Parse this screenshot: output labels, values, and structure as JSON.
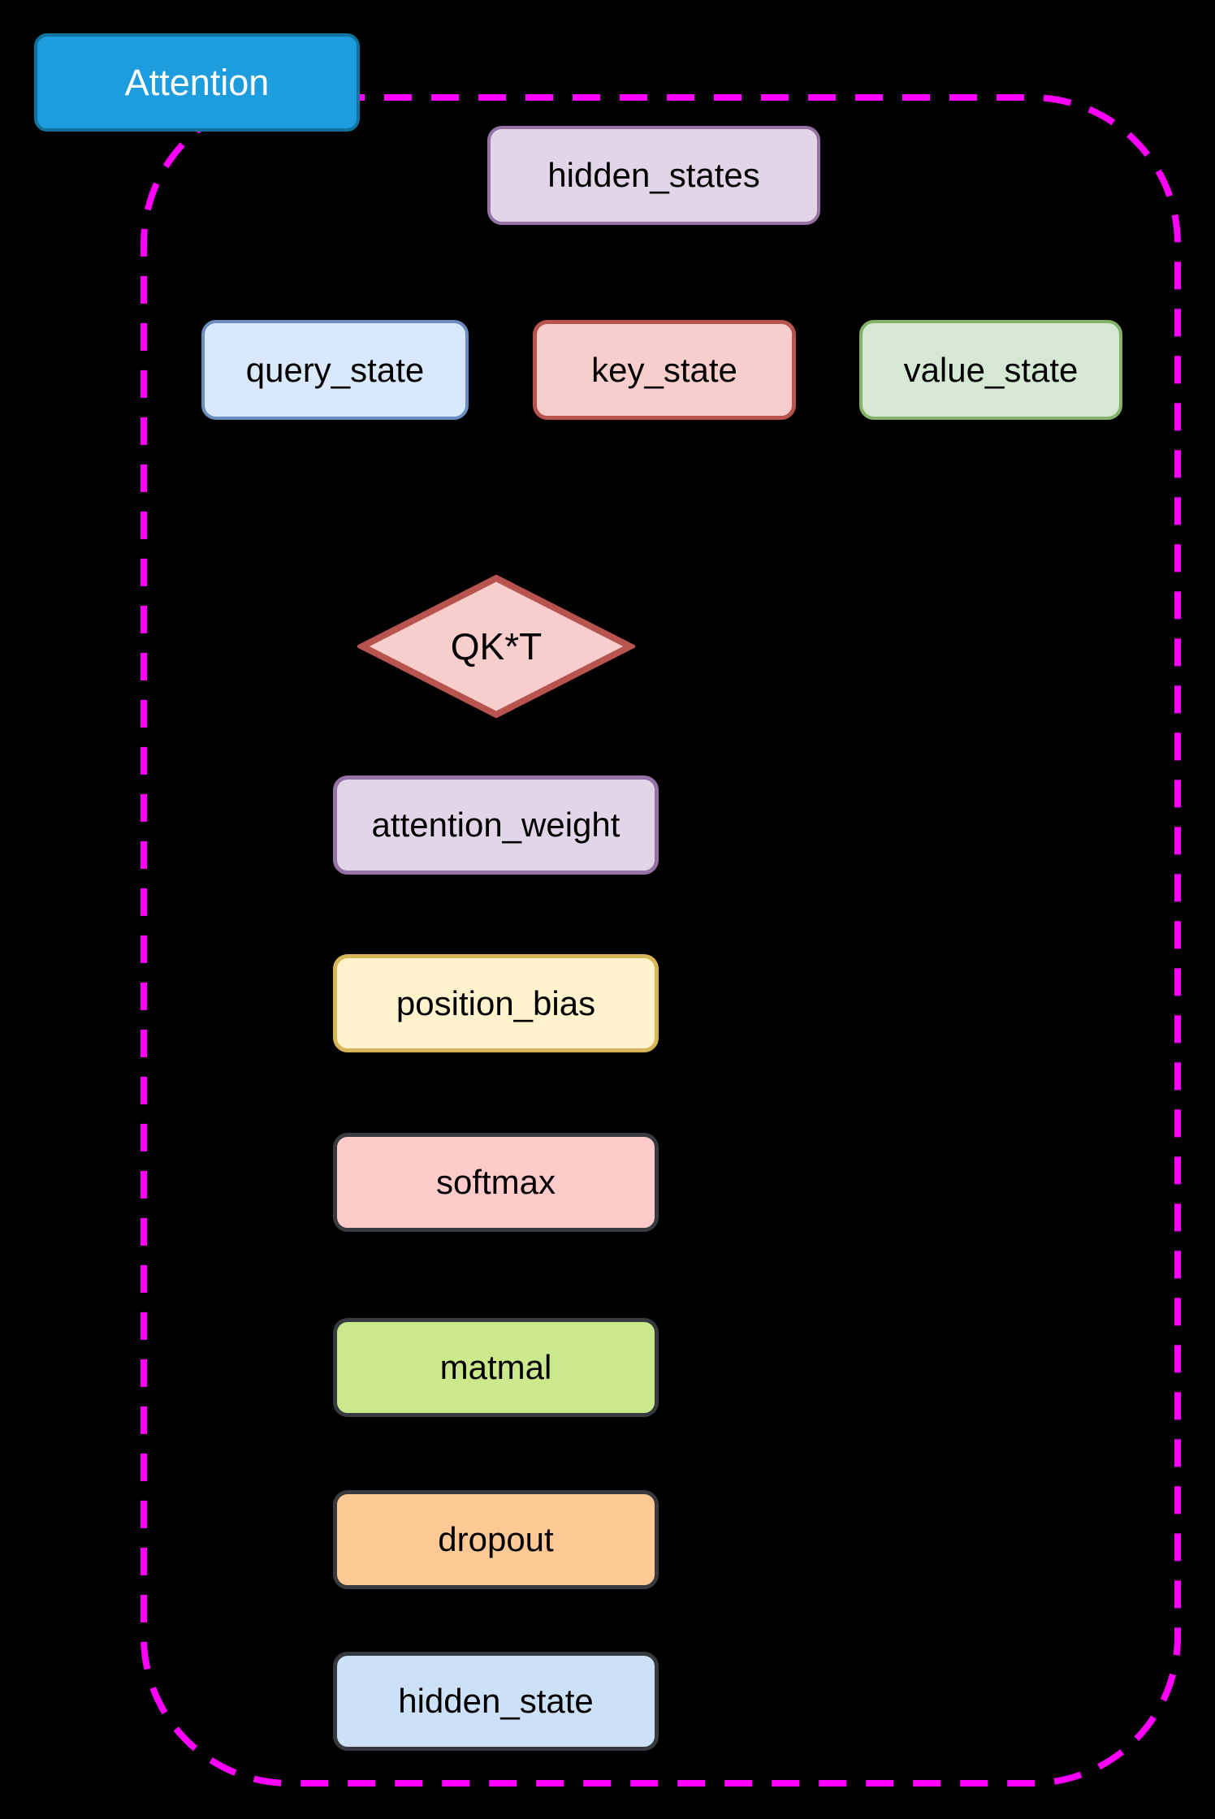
{
  "diagram": {
    "title": "Attention",
    "nodes": {
      "hidden_states": "hidden_states",
      "query_state": "query_state",
      "key_state": "key_state",
      "value_state": "value_state",
      "qkt": "QK*T",
      "attention_weight": "attention_weight",
      "position_bias": "position_bias",
      "softmax": "softmax",
      "matmal": "matmal",
      "dropout": "dropout",
      "hidden_state": "hidden_state"
    },
    "colors": {
      "background": "#000000",
      "group_border": "#ff00ff",
      "attention_fill": "#1e9dde",
      "attention_border": "#10739e",
      "purple_fill": "#e1d5e7",
      "purple_border": "#9673a6",
      "blue_fill": "#dae8fc",
      "blue_border": "#6c8ebf",
      "red_fill": "#f8cecc",
      "red_border": "#b85450",
      "green_fill": "#d5e8d4",
      "green_border": "#82b366",
      "yellow_fill": "#fff2cc",
      "yellow_border": "#d6b656",
      "pink_fill": "#ffcaca",
      "lime_fill": "#cbe98c",
      "orange_fill": "#ffc996",
      "lightblue_fill": "#cce0f7",
      "dark_border": "#36393d",
      "text": "#000000",
      "title_text": "#ffffff"
    }
  }
}
